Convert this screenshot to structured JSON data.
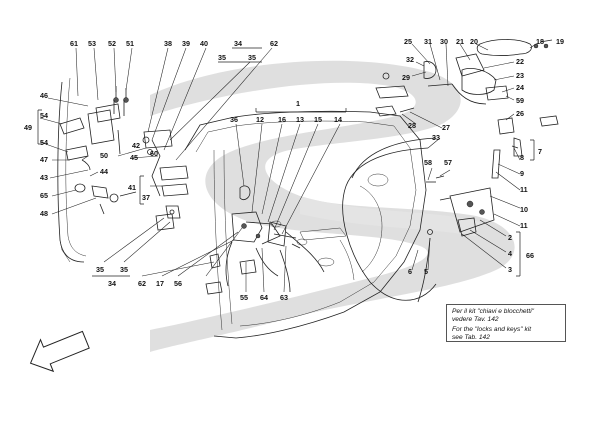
{
  "labels": {
    "n61": "61",
    "n53": "53",
    "n52": "52",
    "n51": "51",
    "n38": "38",
    "n39": "39",
    "n40": "40",
    "n34a": "34",
    "n35a": "35",
    "n35b": "35",
    "n62a": "62",
    "n1": "1",
    "n25": "25",
    "n31": "31",
    "n30": "30",
    "n21": "21",
    "n20": "20",
    "n18": "18",
    "n19": "19",
    "n32": "32",
    "n29": "29",
    "n22": "22",
    "n23": "23",
    "n24": "24",
    "n59": "59",
    "n26": "26",
    "n46": "46",
    "n49": "49",
    "n54a": "54",
    "n54b": "54",
    "n47": "47",
    "n50": "50",
    "n43": "43",
    "n44": "44",
    "n45": "45",
    "n65": "65",
    "n48": "48",
    "n42": "42",
    "n60": "60",
    "n41": "41",
    "n37": "37",
    "n36": "36",
    "n12": "12",
    "n16": "16",
    "n13": "13",
    "n15": "15",
    "n14": "14",
    "n28": "28",
    "n27": "27",
    "n33": "33",
    "n58": "58",
    "n57": "57",
    "n7": "7",
    "n8": "8",
    "n9": "9",
    "n11a": "11",
    "n10": "10",
    "n11b": "11",
    "n2": "2",
    "n4": "4",
    "n3": "3",
    "n66": "66",
    "n6": "6",
    "n5": "5",
    "n35c": "35",
    "n35d": "35",
    "n34b": "34",
    "n62b": "62",
    "n17": "17",
    "n56": "56",
    "n55": "55",
    "n64": "64",
    "n63": "63"
  },
  "note": {
    "it_line1": "Per il kit \"chiavi e blocchetti\"",
    "it_line2": "vedere Tav. 142",
    "en_line1": "For the \"locks and keys\" kit",
    "en_line2": "see Tab. 142"
  }
}
